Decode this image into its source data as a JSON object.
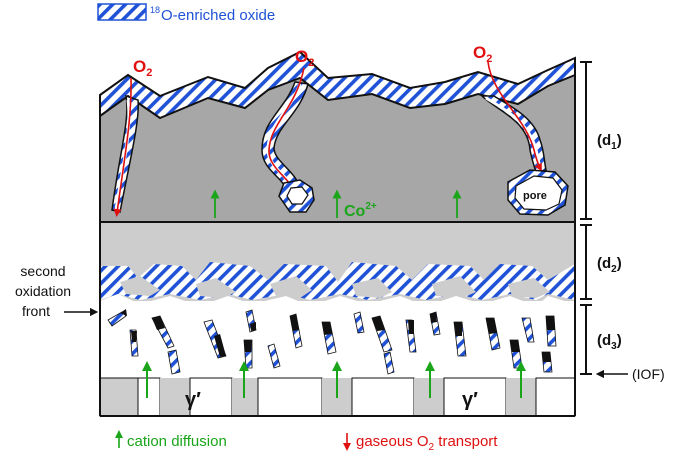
{
  "legend_top": {
    "prefix": "18",
    "label": "O-enriched oxide"
  },
  "legend_bottom": {
    "cation": "cation diffusion",
    "gas_pre": "gaseous O",
    "gas_sub": "2",
    "gas_post": " transport"
  },
  "channels": [
    {
      "label": "O",
      "sub": "2"
    },
    {
      "label": "O",
      "sub": "2"
    },
    {
      "label": "O",
      "sub": "2"
    }
  ],
  "cobalt": {
    "label": "Co",
    "sup": "2+"
  },
  "pore": "pore",
  "gamma_prime": "γ′",
  "second_front": [
    "second",
    "oxidation",
    "front"
  ],
  "iof": "(IOF)",
  "zones": [
    {
      "label": "d",
      "sub": "1"
    },
    {
      "label": "d",
      "sub": "2"
    },
    {
      "label": "d",
      "sub": "3"
    }
  ],
  "colors": {
    "outer_oxide": "#a7a7a7",
    "inner_oxide": "#cdcdcd",
    "hatch": "#1f52d6",
    "cation": "#1aa51a",
    "oxygen": "#e01010"
  }
}
